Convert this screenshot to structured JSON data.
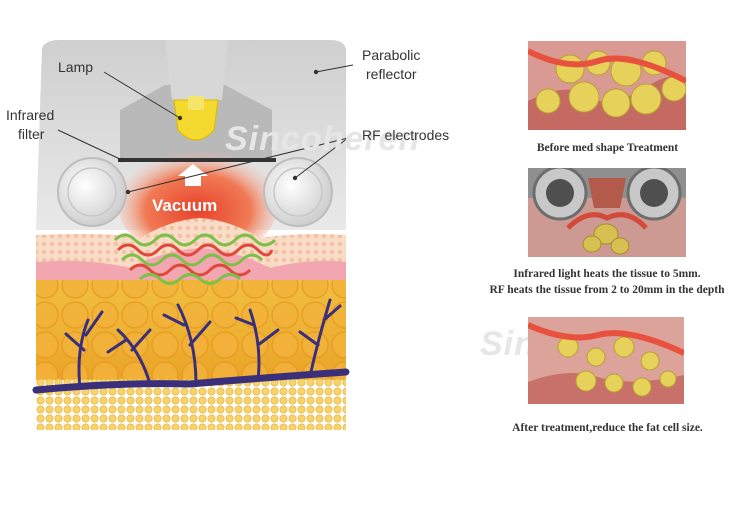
{
  "diagram": {
    "labels": {
      "lamp": "Lamp",
      "reflector_line1": "Parabolic",
      "reflector_line2": "reflector",
      "filter_line1": "Infrared",
      "filter_line2": "filter",
      "electrodes": "RF electrodes",
      "vacuum": "Vacuum"
    },
    "watermark": "Sincoheren",
    "colors": {
      "housing": "#c9c9c9",
      "lamp": "#f0d020",
      "heat": "#e05a3a",
      "dermis": "#f2a7b0",
      "fat": "#f0b436",
      "vessels": "#3a2f7a",
      "collagen_green": "#7cc04a"
    }
  },
  "panels": [
    {
      "caption": "Before med shape Treatment",
      "icon": "fat-cells-before-image"
    },
    {
      "caption_line1": "Infrared light heats the tissue to 5mm.",
      "caption_line2": "RF heats the tissue from 2 to 20mm in the depth",
      "icon": "heating-electrodes-image"
    },
    {
      "caption": "After treatment,reduce the fat cell size.",
      "icon": "fat-cells-after-image"
    }
  ]
}
